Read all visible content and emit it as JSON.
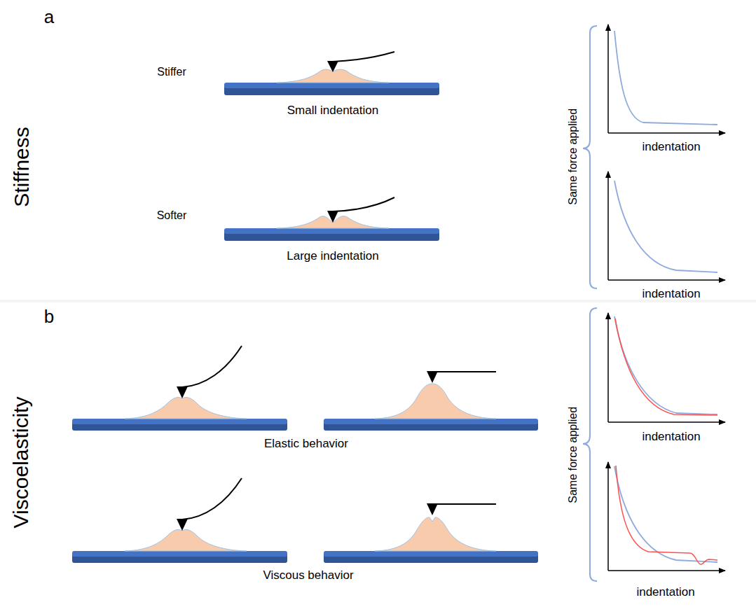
{
  "diagram": {
    "labels": [
      "a",
      "Stiffness",
      "Stiffer",
      "Small indentation",
      "Same force applied",
      "indentation",
      "Softer",
      "Large indentation",
      "indentation",
      "b",
      "Viscoelasticity",
      "Elastic behavior",
      "Same force applied",
      "indentation",
      "Viscous behavior",
      "indentation"
    ]
  }
}
